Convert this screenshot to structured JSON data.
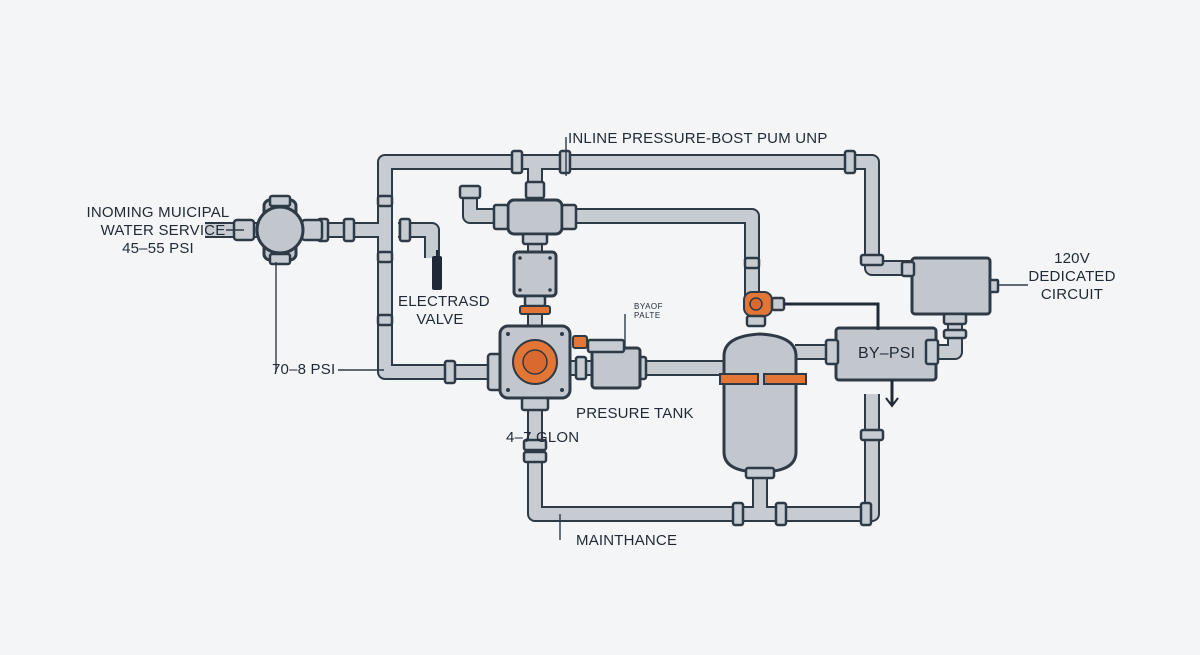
{
  "labels": {
    "incoming_line1": "INOMING MUICIPAL",
    "incoming_line2": "WATER SERVICE",
    "incoming_line3": "45–55 PSI",
    "pump_title": "INLINE PRESSURE-BOST PUM UNP",
    "valve_line1": "ELECTRASD",
    "valve_line2": "VALVE",
    "bypass_line1": "BYAOF",
    "bypass_line2": "PALTE",
    "outlet_psi": "70–8 PSI",
    "pressure_tank": "PRESURE TANK",
    "tank_size": "4–7 GLON",
    "maintenance": "MAINTHANCE",
    "power_line1": "120V",
    "power_line2": "DEDICATED",
    "power_line3": "CIRCUIT",
    "controller": "BY–PSI"
  },
  "colors": {
    "pipe_outline": "#2f3a47",
    "pipe_fill": "#c7ccd2",
    "accent": "#e37637",
    "background": "#f4f5f6"
  }
}
